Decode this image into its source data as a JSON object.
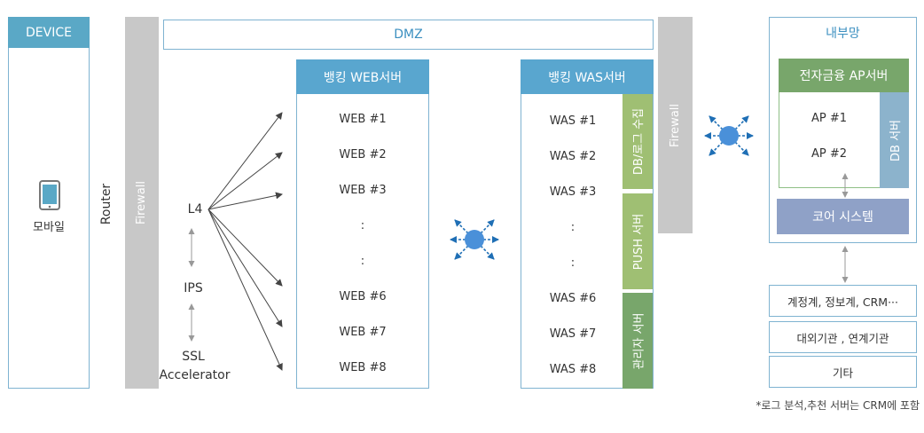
{
  "device": {
    "header": "DEVICE",
    "item_label": "모바일"
  },
  "router": {
    "label": "Router"
  },
  "firewall_left": {
    "label": "Firewall"
  },
  "firewall_right": {
    "label": "Firewall"
  },
  "dmz": {
    "label": "DMZ"
  },
  "chain": {
    "l4": "L4",
    "ips": "IPS",
    "ssl_line1": "SSL",
    "ssl_line2": "Accelerator"
  },
  "web_server": {
    "header": "뱅킹 WEB서버",
    "items": [
      "WEB #1",
      "WEB #2",
      "WEB #3",
      ":",
      ":",
      "WEB #6",
      "WEB #7",
      "WEB #8"
    ]
  },
  "was_server": {
    "header": "뱅킹 WAS서버",
    "items": [
      "WAS #1",
      "WAS #2",
      "WAS #3",
      ":",
      ":",
      "WAS #6",
      "WAS #7",
      "WAS #8"
    ],
    "side_db": "DB/로그 수집",
    "side_push": "PUSH 서버",
    "side_admin": "관리자 서버"
  },
  "internal": {
    "header": "내부망",
    "ap_header": "전자금융 AP서버",
    "ap_items": [
      "AP #1",
      "AP #2"
    ],
    "db_label": "DB 서버",
    "core": "코어 시스템",
    "lower_boxes": [
      "계정계, 정보계, CRM···",
      "대외기관 , 연계기관",
      "기타"
    ]
  },
  "footnote": "*로그 분석,추천 서버는 CRM에 포함",
  "colors": {
    "teal_header": "#5aa8c6",
    "blue_header": "#59a6cf",
    "firewall": "#c8c8c8",
    "green": "#9fbf73",
    "dark_green": "#78a66b",
    "core_slate": "#8fa1c7",
    "db_blue": "#8cb3cc",
    "node_blue": "#4a90d9"
  }
}
